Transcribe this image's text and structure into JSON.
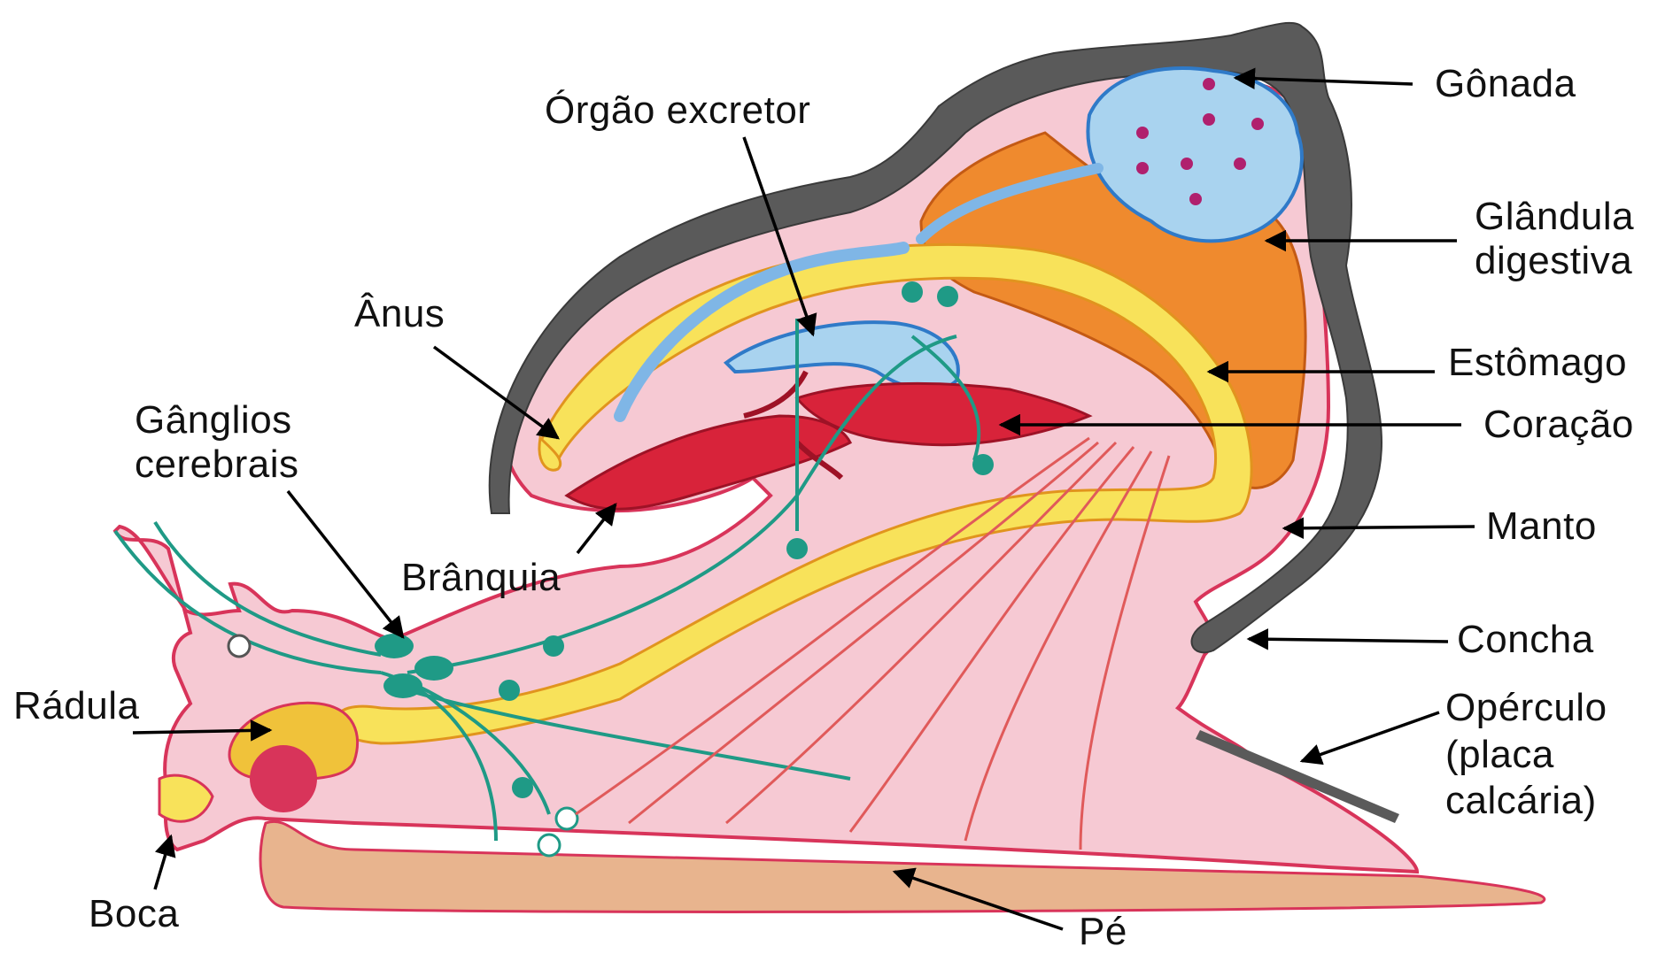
{
  "labels": {
    "gonada": "Gônada",
    "orgao_excretor": "Órgão excretor",
    "glandula_1": "Glândula",
    "glandula_2": "digestiva",
    "anus": "Ânus",
    "estomago": "Estômago",
    "ganglios_1": "Gânglios",
    "ganglios_2": "cerebrais",
    "coracao": "Coração",
    "manto": "Manto",
    "branquia": "Brânquia",
    "concha": "Concha",
    "radula": "Rádula",
    "operculo_1": "Opérculo",
    "operculo_2": "(placa",
    "operculo_3": "calcária)",
    "boca": "Boca",
    "pe": "Pé"
  },
  "colors": {
    "shell": "#5a5a5a",
    "mantle_pink": "#f6c9d3",
    "body_outline": "#d8345a",
    "foot": "#e8b48e",
    "digestive_gland": "#ef8a2e",
    "gonad": "#a9d3ef",
    "gut_yellow": "#f8e25a",
    "heart_red": "#d8233a",
    "excretory_blue": "#7fb6e6",
    "nerve_teal": "#1f9a86"
  }
}
